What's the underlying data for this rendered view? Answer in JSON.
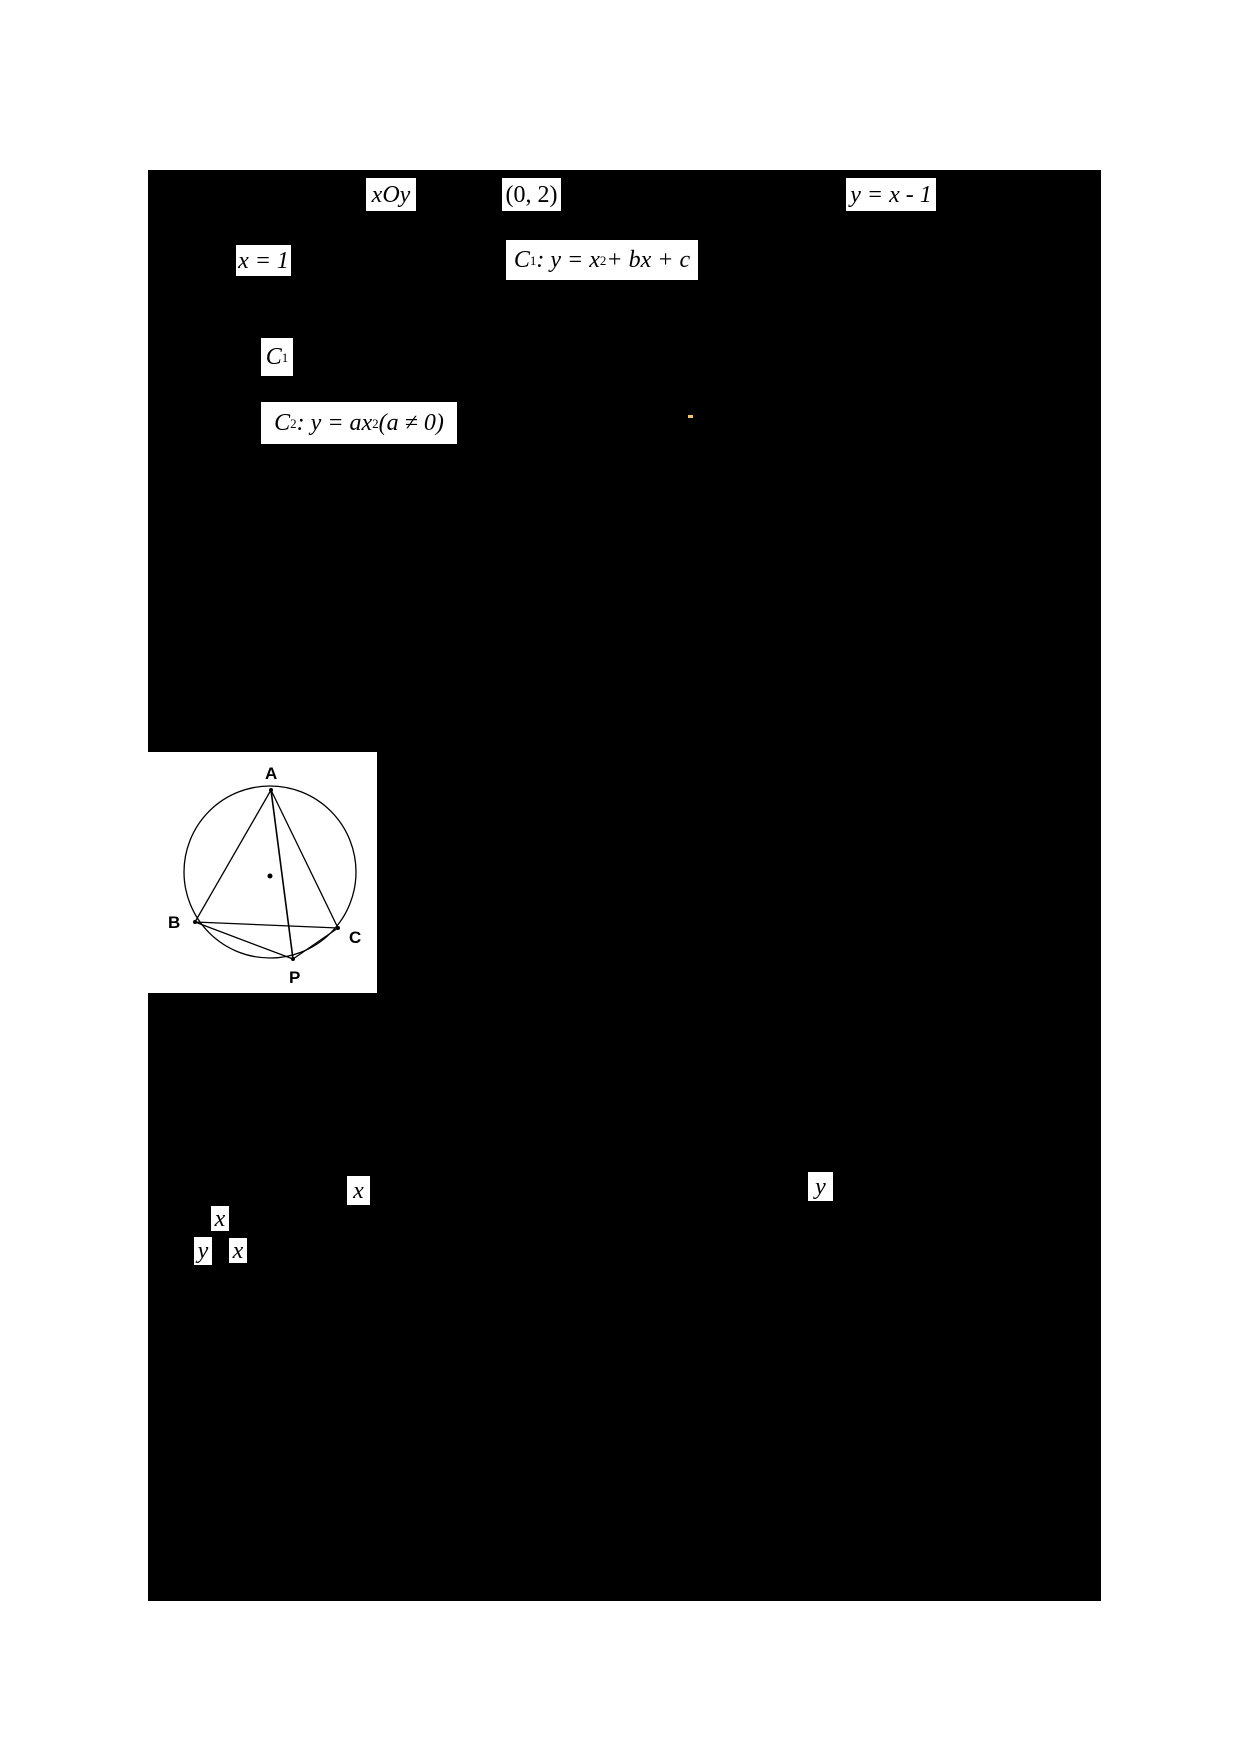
{
  "page": {
    "background": "#ffffff",
    "redaction_color": "#000000"
  },
  "formulas": {
    "plane": "xOy",
    "point": "(0, 2)",
    "line": "y = x - 1",
    "axis": "x = 1",
    "c1_equation": {
      "name": "C",
      "sub": "1",
      "body_prefix": ": y = x",
      "sup": "2",
      "body_suffix": " + bx + c"
    },
    "c1_label": {
      "name": "C",
      "sub": "1"
    },
    "c2_equation": {
      "name": "C",
      "sub": "2",
      "body_prefix": ": y = ax",
      "sup": "2",
      "body_suffix": "(a ≠ 0)"
    },
    "var_x_1": "x",
    "var_y_1": "y",
    "var_x_2": "x",
    "var_y_2": "y",
    "var_x_3": "x"
  },
  "figure": {
    "description": "Triangle ABC inscribed in a circle with point P on arc BC; segments AP, BP, CP drawn; center marked",
    "labels": {
      "A": "A",
      "B": "B",
      "C": "C",
      "P": "P"
    }
  }
}
